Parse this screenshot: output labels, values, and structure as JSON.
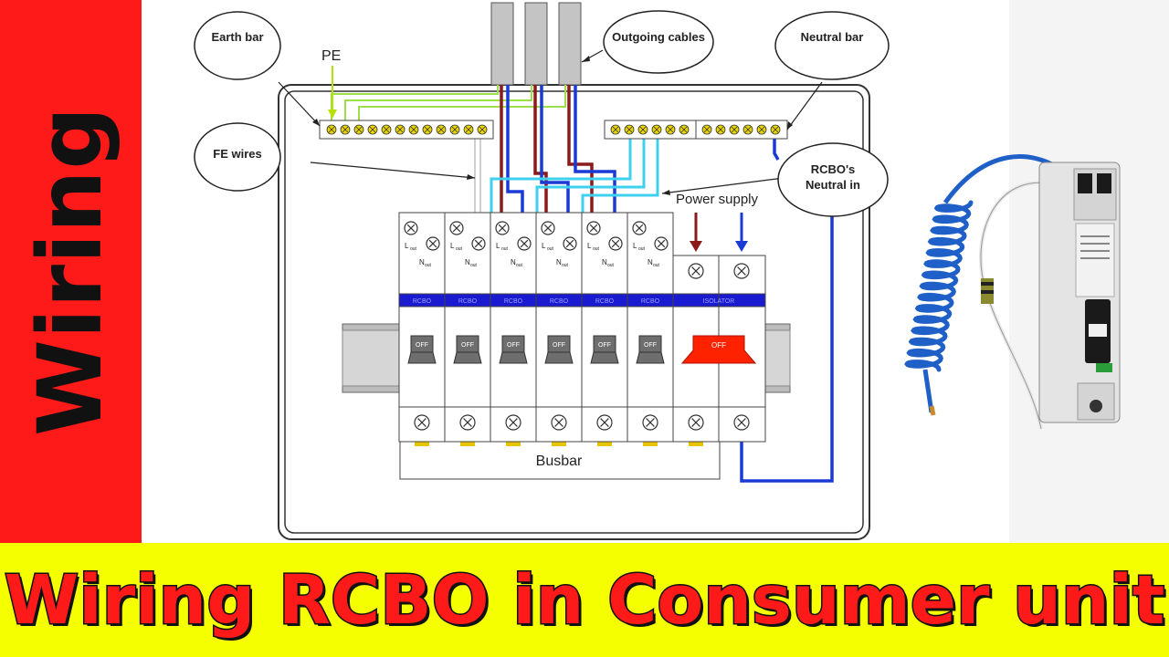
{
  "side_title": "Wiring",
  "banner_title": "Wiring RCBO in Consumer unit",
  "callouts": {
    "earth_bar": "Earth bar",
    "outgoing_cables": "Outgoing cables",
    "neutral_bar": "Neutral bar",
    "fe_wires": "FE wires",
    "rcbo_neutral_line1": "RCBO's",
    "rcbo_neutral_line2": "Neutral in"
  },
  "labels": {
    "pe": "PE",
    "power_supply": "Power supply",
    "busbar": "Busbar",
    "l_out": "L",
    "n_out": "N",
    "out_sub": "out"
  },
  "devices": [
    {
      "type": "RCBO",
      "state": "OFF"
    },
    {
      "type": "RCBO",
      "state": "OFF"
    },
    {
      "type": "RCBO",
      "state": "OFF"
    },
    {
      "type": "RCBO",
      "state": "OFF"
    },
    {
      "type": "RCBO",
      "state": "OFF"
    },
    {
      "type": "RCBO",
      "state": "OFF"
    },
    {
      "type": "ISOLATOR",
      "state": "OFF"
    }
  ],
  "colors": {
    "side_red": "#ff1a1a",
    "banner_yellow": "#f5ff00",
    "live_brown": "#8b1a1a",
    "neutral_blue": "#1a3ad6",
    "earth_green": "#9be04a",
    "fe_cyan": "#3fd0f0",
    "label_strip_blue": "#1a1ad0",
    "isolator_red": "#ff2200",
    "switch_grey": "#6e6e6e"
  }
}
